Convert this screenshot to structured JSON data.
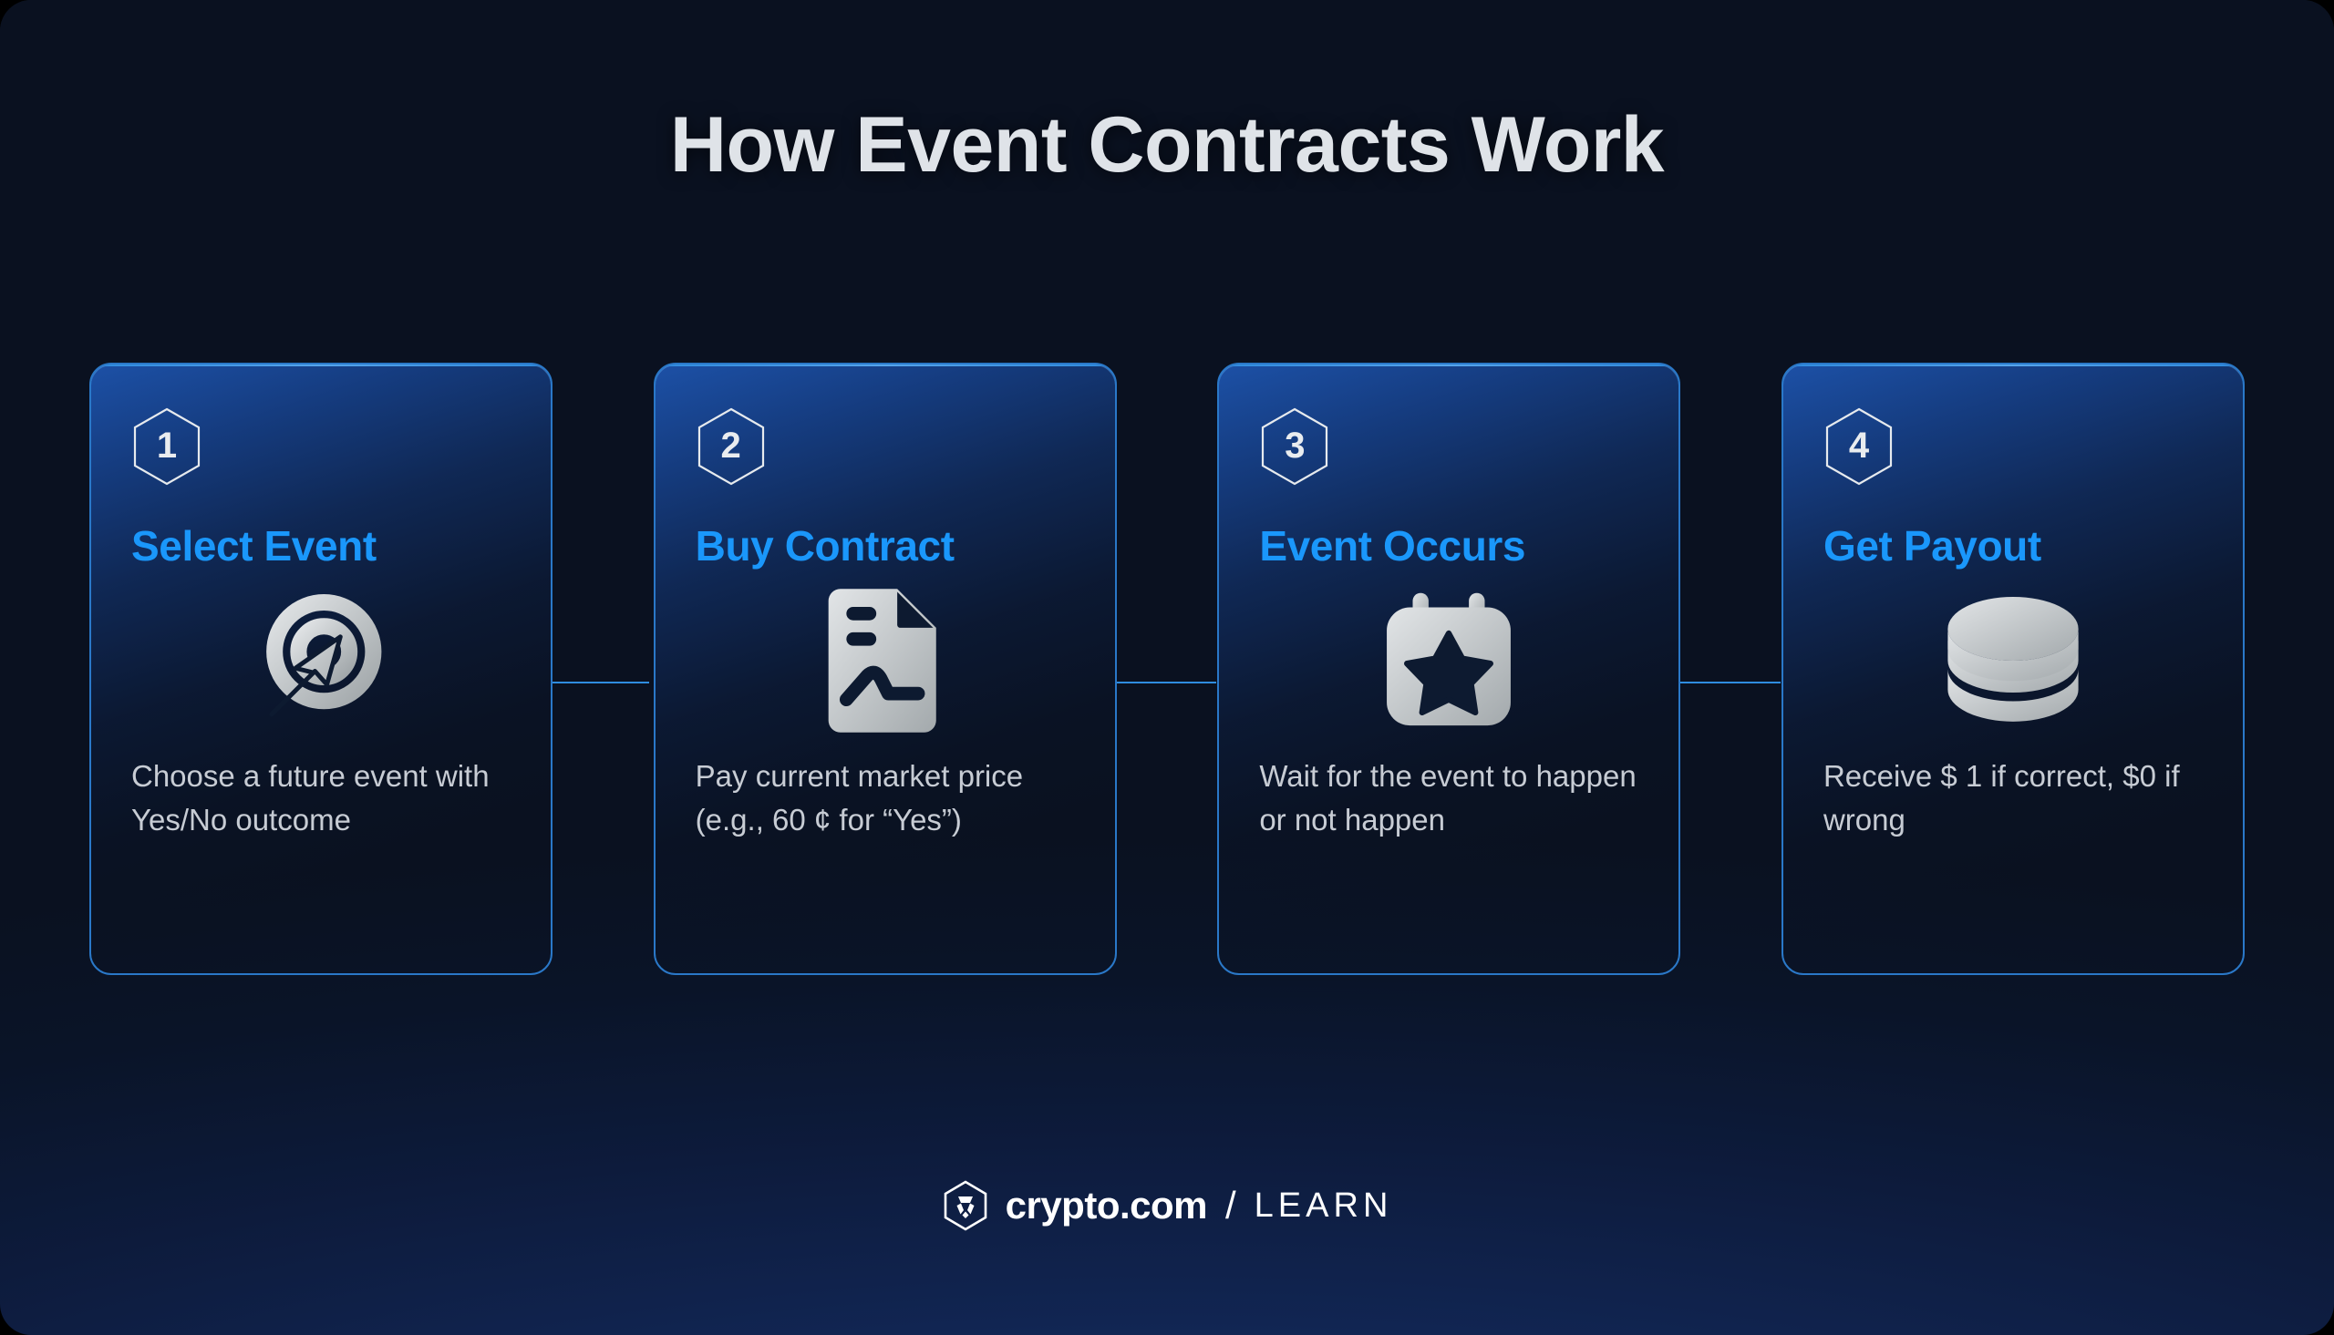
{
  "title": "How Event Contracts Work",
  "colors": {
    "page_background": "#0a1120",
    "card_border": "#2a78c8",
    "card_title": "#1a97fb",
    "connector": "#2f8de0",
    "title_text": "#dfe3e8",
    "body_text": "#c7ccd4",
    "icon": "#c8ccce",
    "footer_text": "#ffffff"
  },
  "steps": [
    {
      "number": "1",
      "title": "Select Event",
      "icon": "target-cursor-icon",
      "description": "Choose a future event with Yes/No outcome"
    },
    {
      "number": "2",
      "title": "Buy Contract",
      "icon": "contract-document-icon",
      "description": "Pay current market price (e.g., 60 ¢ for “Yes”)"
    },
    {
      "number": "3",
      "title": "Event Occurs",
      "icon": "calendar-star-icon",
      "description": "Wait for the event to happen or not happen"
    },
    {
      "number": "4",
      "title": "Get Payout",
      "icon": "coin-stack-icon",
      "description": "Receive $ 1 if correct, $0 if wrong"
    }
  ],
  "footer": {
    "logo_icon": "crypto-com-hexagon-logo",
    "wordmark": "crypto.com",
    "separator": "/",
    "section": "LEARN"
  }
}
